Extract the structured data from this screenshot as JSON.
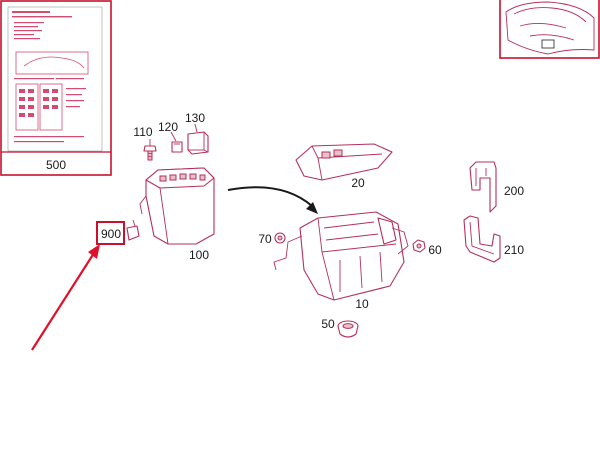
{
  "title": "",
  "colors": {
    "frame": "#c8102e",
    "part_outline": "#b5305a",
    "arrow": "#e0102a",
    "label": "#1a1a1a"
  },
  "callouts": {
    "500": "500",
    "110": "110",
    "120": "120",
    "130": "130",
    "20": "20",
    "200": "200",
    "900": "900",
    "100": "100",
    "70": "70",
    "60": "60",
    "210": "210",
    "10": "10",
    "50": "50"
  },
  "highlighted_callout": "900"
}
